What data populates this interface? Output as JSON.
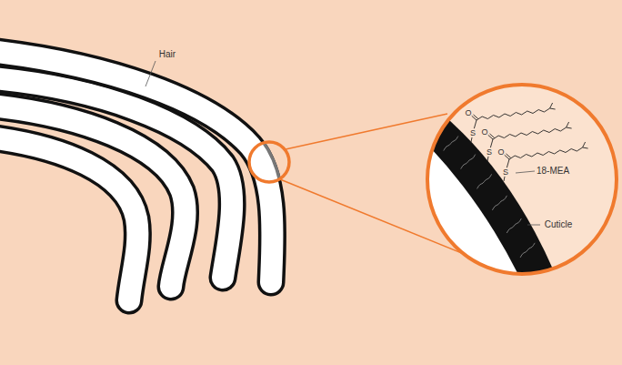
{
  "diagram": {
    "labels": [
      "Hair",
      "O",
      "S",
      "O",
      "S",
      "O",
      "S",
      "18-MEA",
      "Cuticle"
    ]
  }
}
